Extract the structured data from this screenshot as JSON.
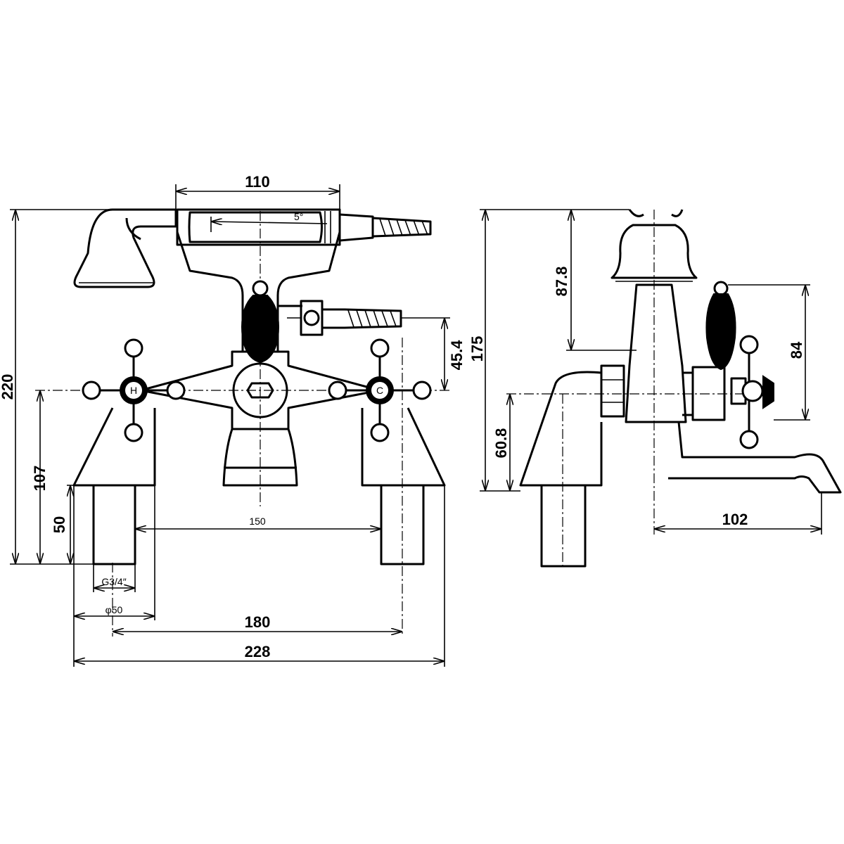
{
  "drawing": {
    "front_view": {
      "dimensions": {
        "handset_length": "110",
        "handset_angle": "5°",
        "overall_height": "220",
        "lever_height": "45.4",
        "handle_height": "107",
        "pipe_length": "50",
        "pipe_spacing_inner": "150",
        "thread": "G3/4″",
        "base_diameter": "φ50",
        "centres": "180",
        "overall_width": "228"
      },
      "handle_labels": {
        "hot": "H",
        "cold": "C"
      }
    },
    "side_view": {
      "dimensions": {
        "overall_height": "175",
        "cradle_height": "87.8",
        "lever_height": "84",
        "spout_height": "60.8",
        "spout_projection": "102"
      }
    }
  }
}
